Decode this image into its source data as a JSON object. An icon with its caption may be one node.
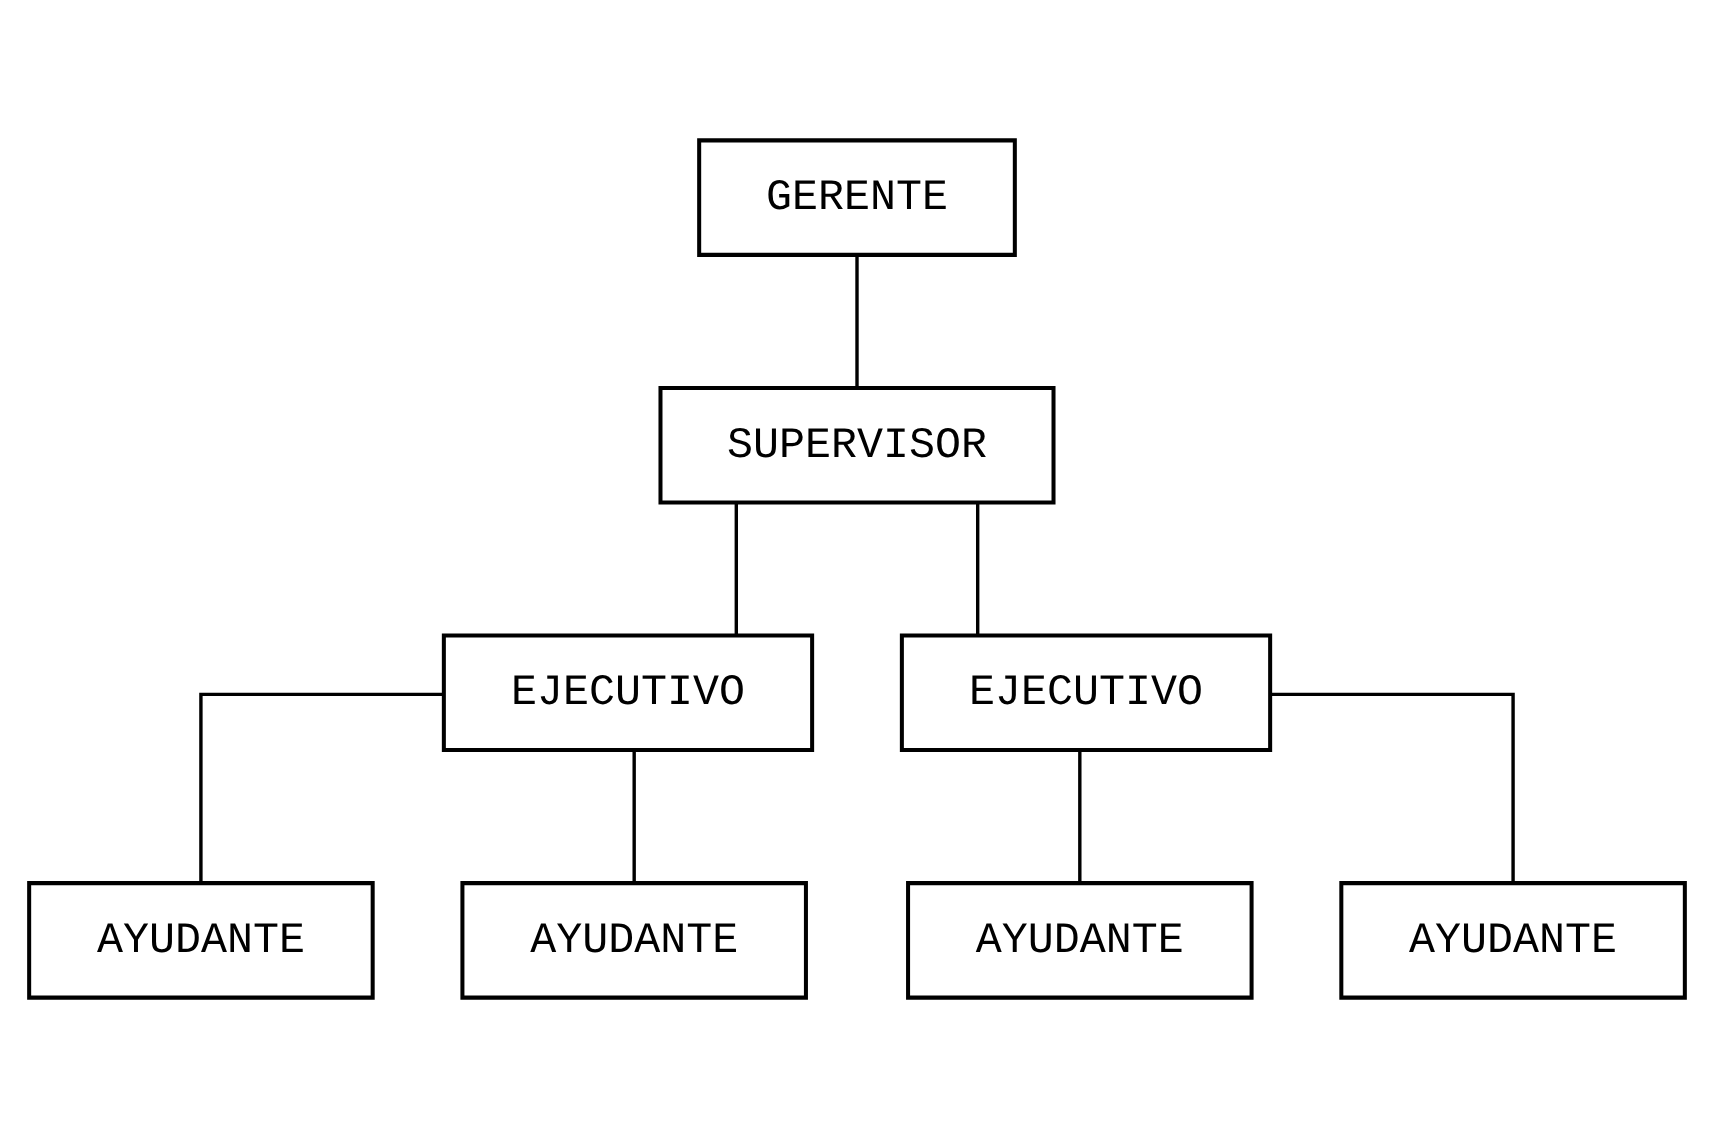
{
  "diagram": {
    "nodes": [
      {
        "text": [
          "GERENTE"
        ]
      },
      {
        "text": [
          "SUPERVISOR"
        ]
      },
      {
        "text": [
          "EJECUTIVO"
        ]
      },
      {
        "text": [
          "EJECUTIVO"
        ]
      },
      {
        "text": [
          "AYUDANTE"
        ]
      },
      {
        "text": [
          "AYUDANTE"
        ]
      },
      {
        "text": [
          "AYUDANTE"
        ]
      },
      {
        "text": [
          "AYUDANTE"
        ]
      }
    ],
    "edges": [
      {
        "from": 0,
        "to": 1,
        "arrow": "none"
      },
      {
        "from": 1,
        "to": 2,
        "arrow": "none"
      },
      {
        "from": 1,
        "to": 3,
        "arrow": "none"
      },
      {
        "from": 2,
        "to": 4,
        "arrow": "none"
      },
      {
        "from": 2,
        "to": 5,
        "arrow": "none"
      },
      {
        "from": 3,
        "to": 6,
        "arrow": "none"
      },
      {
        "from": 3,
        "to": 7,
        "arrow": "none"
      }
    ]
  }
}
